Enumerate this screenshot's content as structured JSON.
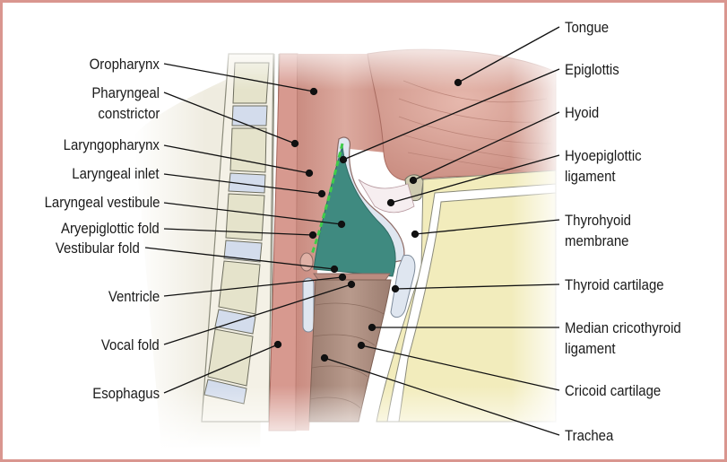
{
  "figure": {
    "subject": "Sagittal section of the pharynx and larynx",
    "colors": {
      "border": "#d9968f",
      "muscle": "#d9a79b",
      "muscle_dark": "#c48579",
      "cartilage": "#dbe3ee",
      "vertebra": "#e4e3cb",
      "vestibule": "#3f8a80",
      "inlet_dash": "#3fcc4a",
      "fat": "#f2ecbc",
      "trachea": "#a88a7c",
      "leader": "#111111"
    }
  },
  "labels_left": [
    {
      "id": "oropharynx",
      "text": "Oropharynx"
    },
    {
      "id": "pharyngeal-constrictor",
      "text": "Pharyngeal",
      "text2": "constrictor"
    },
    {
      "id": "laryngopharynx",
      "text": "Laryngopharynx"
    },
    {
      "id": "laryngeal-inlet",
      "text": "Laryngeal inlet"
    },
    {
      "id": "laryngeal-vestibule",
      "text": "Laryngeal vestibule"
    },
    {
      "id": "aryepiglottic-fold",
      "text": "Aryepiglottic fold"
    },
    {
      "id": "vestibular-fold",
      "text": "Vestibular fold"
    },
    {
      "id": "ventricle",
      "text": "Ventricle"
    },
    {
      "id": "vocal-fold",
      "text": "Vocal fold"
    },
    {
      "id": "esophagus",
      "text": "Esophagus"
    }
  ],
  "labels_right": [
    {
      "id": "tongue",
      "text": "Tongue"
    },
    {
      "id": "epiglottis",
      "text": "Epiglottis"
    },
    {
      "id": "hyoid",
      "text": "Hyoid"
    },
    {
      "id": "hyoepiglottic-ligament",
      "text": "Hyoepiglottic",
      "text2": "ligament"
    },
    {
      "id": "thyrohyoid-membrane",
      "text": "Thyrohyoid",
      "text2": "membrane"
    },
    {
      "id": "thyroid-cartilage",
      "text": "Thyroid cartilage"
    },
    {
      "id": "median-cricothyroid-ligament",
      "text": "Median cricothyroid",
      "text2": "ligament"
    },
    {
      "id": "cricoid-cartilage",
      "text": "Cricoid cartilage"
    },
    {
      "id": "trachea",
      "text": "Trachea"
    }
  ]
}
